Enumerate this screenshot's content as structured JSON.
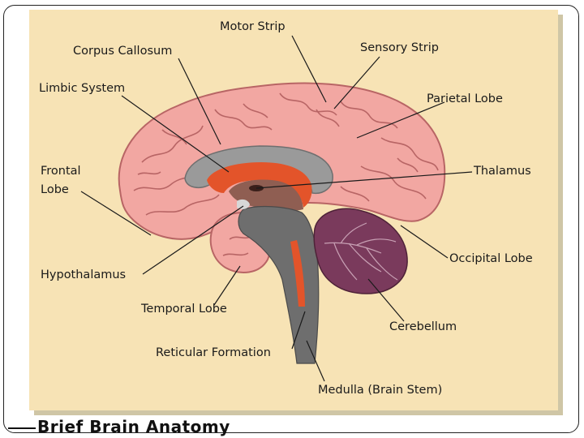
{
  "caption": "Brief Brain Anatomy",
  "labels": {
    "motor_strip": "Motor Strip",
    "corpus_callosum": "Corpus Callosum",
    "sensory_strip": "Sensory Strip",
    "limbic_system": "Limbic System",
    "parietal_lobe": "Parietal Lobe",
    "frontal_lobe_line1": "Frontal",
    "frontal_lobe_line2": "Lobe",
    "thalamus": "Thalamus",
    "hypothalamus": "Hypothalamus",
    "occipital_lobe": "Occipital Lobe",
    "temporal_lobe": "Temporal Lobe",
    "cerebellum": "Cerebellum",
    "reticular_formation": "Reticular Formation",
    "medulla": "Medulla (Brain Stem)"
  },
  "colors": {
    "background": "#f7e3b5",
    "cortex": "#f2a7a2",
    "cortex_line": "#b86565",
    "corpus_callosum": "#9a9a9a",
    "limbic": "#e3542a",
    "thalamus_region": "#8f5e52",
    "brainstem": "#6e6e6e",
    "cerebellum": "#7a3a5c"
  }
}
